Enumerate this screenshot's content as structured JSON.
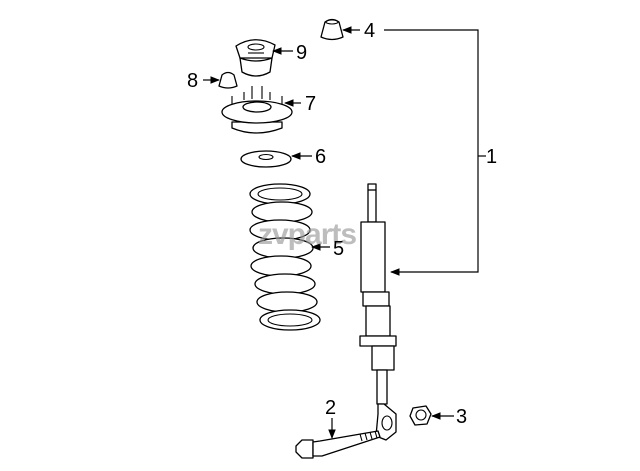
{
  "watermark": "zvparts",
  "callouts": {
    "c1": "1",
    "c2": "2",
    "c3": "3",
    "c4": "4",
    "c5": "5",
    "c6": "6",
    "c7": "7",
    "c8": "8",
    "c9": "9"
  },
  "colors": {
    "line": "#000000",
    "background": "#ffffff",
    "watermark": "#9a9a9a"
  }
}
